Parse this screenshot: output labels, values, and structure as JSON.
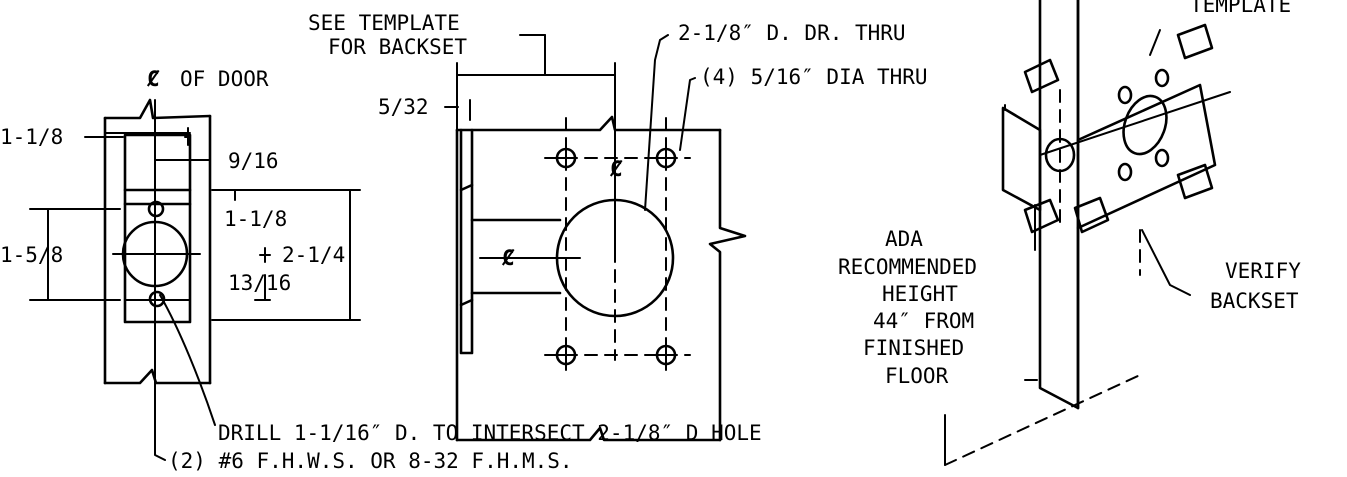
{
  "labels": {
    "see_template_1": "SEE TEMPLATE",
    "see_template_2": "FOR BACKSET",
    "cl_of_door_sym": "Ȼ",
    "cl_of_door": "OF DOOR",
    "cl_face_sym": "Ȼ",
    "cl_face_mid": "Ȼ",
    "dim_5_32": "5/32",
    "dim_1_1_8_top": "1-1/8",
    "dim_9_16": "9/16",
    "dim_1_1_8_mid": "1-1/8",
    "dim_1_5_8": "1-5/8",
    "dim_2_1_4": "2-1/4",
    "dim_13_16": "13/16",
    "main_hole": "2-1/8″ D. DR. THRU",
    "bolt_holes": "(4) 5/16″ DIA THRU",
    "template": "TEMPLATE",
    "ada_1": "ADA",
    "ada_2": "RECOMMENDED",
    "ada_3": "HEIGHT",
    "ada_4": "44″ FROM",
    "ada_5": "FINISHED",
    "ada_6": "FLOOR",
    "verify_1": "VERIFY",
    "verify_2": "BACKSET",
    "drill_note": "DRILL 1-1/16″ D. TO INTERSECT 2-1/8″ D HOLE",
    "screw_note": "(2) #6 F.H.W.S. OR 8-32 F.H.M.S."
  }
}
